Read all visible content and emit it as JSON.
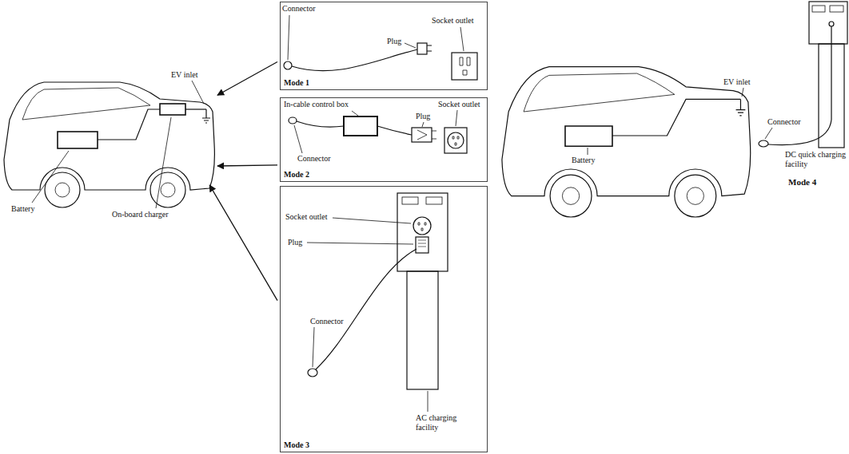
{
  "diagram": {
    "nodes": [
      {
        "text": [
          "EV inlet"
        ]
      },
      {
        "text": [
          "Mode 1"
        ]
      },
      {
        "text": [
          "Mode 2"
        ]
      },
      {
        "text": [
          "Mode 3"
        ]
      }
    ],
    "edges": [
      {
        "from": 1,
        "to": 0,
        "arrow": "to"
      },
      {
        "from": 2,
        "to": 0,
        "arrow": "to"
      },
      {
        "from": 3,
        "to": 0,
        "arrow": "to"
      }
    ],
    "labels": [
      "Battery",
      "On-board charger",
      "Connector",
      "Plug",
      "Socket outlet",
      "In-cable control box",
      "Plug",
      "Socket outlet",
      "Connector",
      "Socket outlet",
      "Plug",
      "Connector",
      "AC charging facility",
      "EV inlet",
      "Connector",
      "Battery",
      "DC quick charging facility",
      "Mode 4"
    ]
  }
}
